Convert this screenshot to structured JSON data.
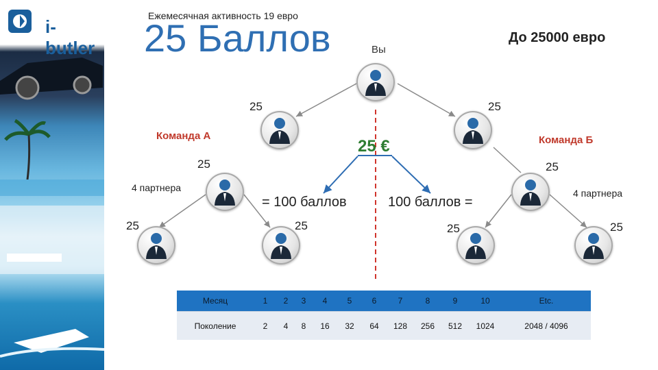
{
  "brand": {
    "name": "i-butler"
  },
  "header": {
    "subtitle": "Ежемесячная активность 19 евро",
    "title": "25 Баллов",
    "you": "Вы",
    "max": "До 25000 евро"
  },
  "diagram": {
    "points": {
      "you_left": "25",
      "you_right": "25",
      "a_left": "25",
      "b_right": "25",
      "a1": "25",
      "a2": "25",
      "b1": "25",
      "b2": "25"
    },
    "team_a": "Команда А",
    "team_b": "Команда Б",
    "partners_left": "4 партнера",
    "partners_right": "4 партнера",
    "center_value": "25 €",
    "left_total": "= 100 баллов",
    "right_total": "100 баллов ="
  },
  "table": {
    "row1_label": "Месяц",
    "row1": [
      "1",
      "2",
      "3",
      "4",
      "5",
      "6",
      "7",
      "8",
      "9",
      "10",
      "Etc."
    ],
    "row2_label": "Поколение",
    "row2": [
      "2",
      "4",
      "8",
      "16",
      "32",
      "64",
      "128",
      "256",
      "512",
      "1024",
      "2048 / 4096"
    ]
  },
  "colors": {
    "accent": "#2f6fb3",
    "team": "#c0392b",
    "euro": "#2e7d32",
    "table_header": "#1f73c2"
  }
}
